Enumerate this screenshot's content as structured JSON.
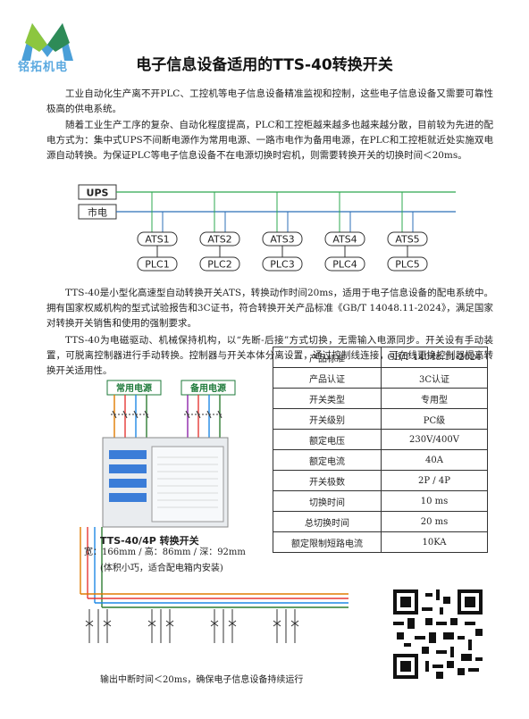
{
  "logo": {
    "text": "铭拓机电"
  },
  "title": "电子信息设备适用的TTS-40转换开关",
  "paragraphs": {
    "p1": "工业自动化生产离不开PLC、工控机等电子信息设备精准监视和控制，这些电子信息设备又需要可靠性极高的供电系统。",
    "p2": "随着工业生产工序的复杂、自动化程度提高，PLC和工控柜越来越多也越来越分散，目前较为先进的配电方式为：集中式UPS不间断电源作为常用电源、一路市电作为备用电源，在PLC和工控柜就近处实施双电源自动转换。为保证PLC等电子信息设备不在电源切换时宕机，则需要转换开关的切换时间＜20ms。",
    "p3": "TTS-40是小型化高速型自动转换开关ATS，转换动作时间20ms，适用于电子信息设备的配电系统中。拥有国家权威机构的型式试验报告和3C证书，符合转换开关产品标准《GB/T 14048.11-2024》，满足国家对转换开关销售和使用的强制要求。",
    "p4": "TTS-40为电磁驱动、机械保持机构，以“先断-后接”方式切换，无需输入电源同步。开关设有手动装置，可脱离控制器进行手动转换。控制器与开关本体分离设置，通过控制线连接，可在线更换控制器提高转换开关适用性。"
  },
  "diagram": {
    "ups_label": "UPS",
    "grid_label": "市电",
    "ats": [
      "ATS1",
      "ATS2",
      "ATS3",
      "ATS4",
      "ATS5"
    ],
    "plc": [
      "PLC1",
      "PLC2",
      "PLC3",
      "PLC4",
      "PLC5"
    ],
    "ups_color": "#2ea84f",
    "grid_color": "#2c6fb7"
  },
  "photo": {
    "common_label": "常用电源",
    "backup_label": "备用电源",
    "model": "TTS-40/4P 转换开关",
    "dims": "宽：166mm / 高：86mm / 深：92mm",
    "dims_note": "(体积小巧，适合配电箱内安装)",
    "caption": "输出中断时间＜20ms，确保电子信息设备持续运行"
  },
  "specs": [
    {
      "k": "产品标准",
      "v": "GB/T 14048.11-2024"
    },
    {
      "k": "产品认证",
      "v": "3C认证"
    },
    {
      "k": "开关类型",
      "v": "专用型"
    },
    {
      "k": "开关级别",
      "v": "PC级"
    },
    {
      "k": "额定电压",
      "v": "230V/400V"
    },
    {
      "k": "额定电流",
      "v": "40A"
    },
    {
      "k": "开关极数",
      "v": "2P / 4P"
    },
    {
      "k": "切换时间",
      "v": "10 ms"
    },
    {
      "k": "总切换时间",
      "v": "20 ms"
    },
    {
      "k": "额定限制短路电流",
      "v": "10KA"
    }
  ]
}
